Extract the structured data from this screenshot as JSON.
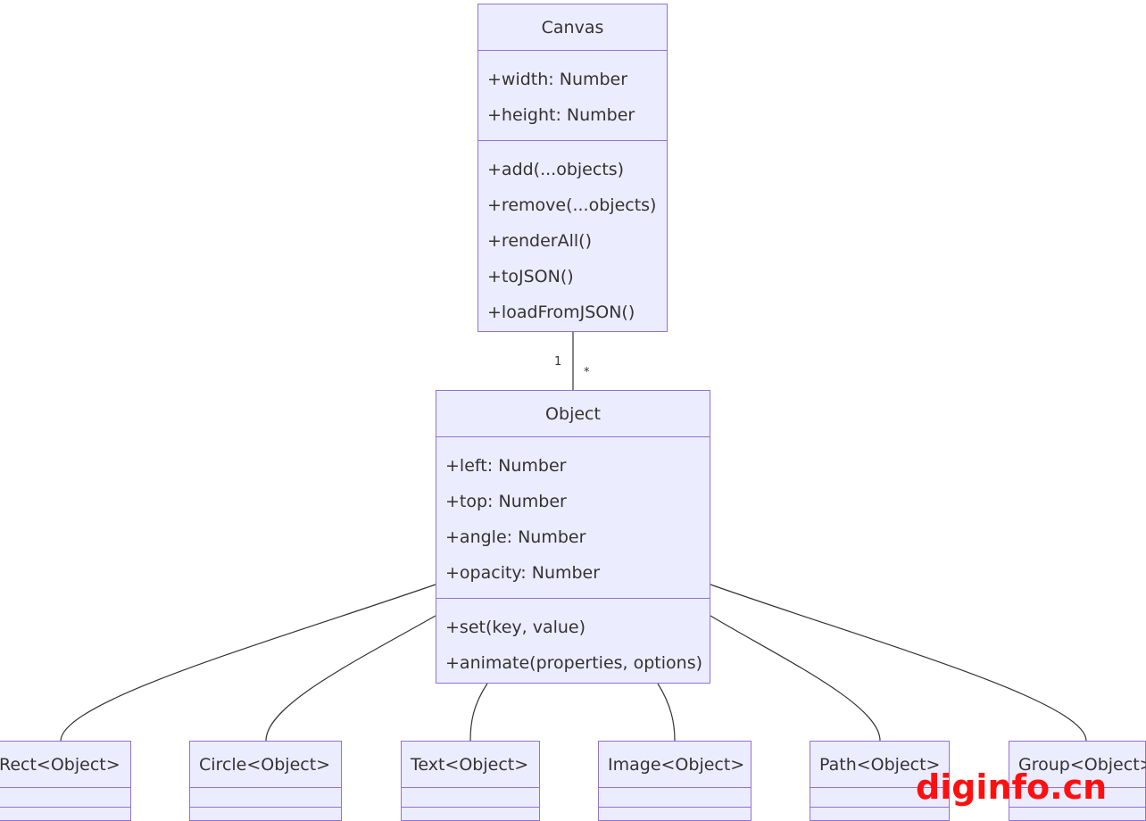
{
  "diagram": {
    "classes": {
      "canvas": {
        "name": "Canvas",
        "attributes": [
          "+width: Number",
          "+height: Number"
        ],
        "methods": [
          "+add(...objects)",
          "+remove(...objects)",
          "+renderAll()",
          "+toJSON()",
          "+loadFromJSON()"
        ]
      },
      "object": {
        "name": "Object",
        "attributes": [
          "+left: Number",
          "+top: Number",
          "+angle: Number",
          "+opacity: Number"
        ],
        "methods": [
          "+set(key, value)",
          "+animate(properties, options)"
        ]
      },
      "subclasses": [
        {
          "name": "Rect<Object>"
        },
        {
          "name": "Circle<Object>"
        },
        {
          "name": "Text<Object>"
        },
        {
          "name": "Image<Object>"
        },
        {
          "name": "Path<Object>"
        },
        {
          "name": "Group<Object>"
        }
      ]
    },
    "association": {
      "from_multiplicity": "1",
      "to_multiplicity": "*"
    },
    "colors": {
      "fill": "#ECECFF",
      "stroke": "#9370DB",
      "text": "#333333",
      "edge": "#333333",
      "watermark": "#ff1010"
    }
  },
  "watermark": "diginfo.cn"
}
